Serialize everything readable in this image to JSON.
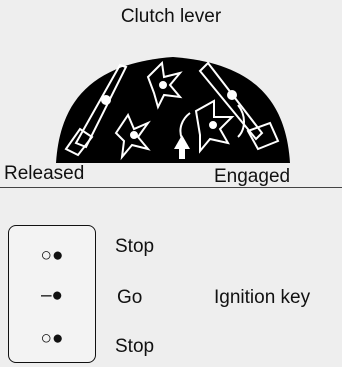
{
  "diagram": {
    "clutch": {
      "title": "Clutch lever",
      "left_label": "Released",
      "right_label": "Engaged"
    },
    "ignition": {
      "label": "Ignition key",
      "positions": [
        {
          "symbol": "○●",
          "label": "Stop"
        },
        {
          "symbol": "–●",
          "label": "Go"
        },
        {
          "symbol": "○●",
          "label": "Stop"
        }
      ]
    }
  }
}
